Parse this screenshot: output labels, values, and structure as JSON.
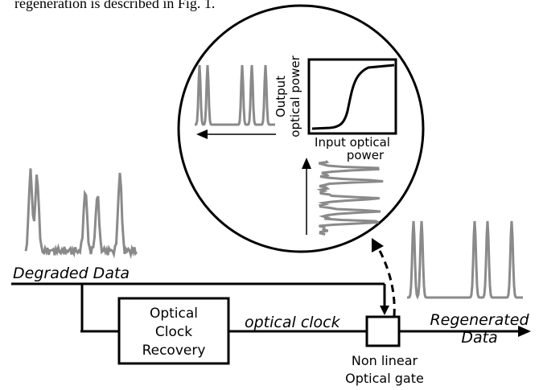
{
  "caption_fragment": "regeneration is described in Fig. 1.",
  "labels": {
    "degraded_data": "Degraded Data",
    "optical_clock": "optical clock",
    "regenerated_line1": "Regenerated",
    "regenerated_line2": "Data",
    "recovery_line1": "Optical",
    "recovery_line2": "Clock",
    "recovery_line3": "Recovery",
    "gate_line1": "Non linear",
    "gate_line2": "Optical gate",
    "ylabel_line1": "Output",
    "ylabel_line2": "optical power",
    "xlabel_line1": "Input optical",
    "xlabel_line2": "power"
  },
  "colors": {
    "signal": "#8a8a8a",
    "line": "#000000"
  }
}
